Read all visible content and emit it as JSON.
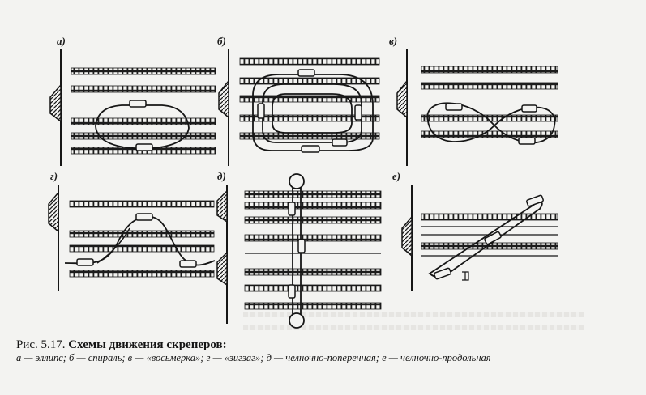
{
  "panels": [
    {
      "id": "a",
      "label": "а)"
    },
    {
      "id": "b",
      "label": "б)"
    },
    {
      "id": "v",
      "label": "в)"
    },
    {
      "id": "g",
      "label": "г)"
    },
    {
      "id": "d",
      "label": "д)"
    },
    {
      "id": "e",
      "label": "е)"
    }
  ],
  "caption": {
    "figure": "Рис. 5.17.",
    "title": "Схемы движения скреперов:",
    "legend": "а — эллипс; б — спираль; в — «восьмерка»; г — «зигзаг»; д — челночно-поперечная; е — челночно-продольная"
  },
  "colors": {
    "ink": "#161616",
    "paper": "#f3f3f1"
  }
}
